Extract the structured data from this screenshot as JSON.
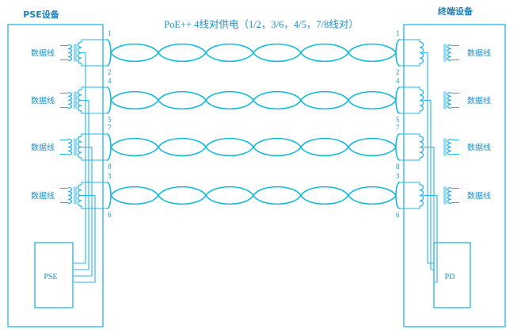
{
  "title": "PoE++ 4线对供电（1/2，3/6，4/5，7/8线对）",
  "left_device": {
    "label": "PSE设备",
    "source_label": "PSE"
  },
  "right_device": {
    "label": "终端设备",
    "source_label": "PD"
  },
  "data_line_label": "数据线",
  "pairs": [
    {
      "top_pin": "1",
      "bottom_pin": "2"
    },
    {
      "top_pin": "4",
      "bottom_pin": "5"
    },
    {
      "top_pin": "7",
      "bottom_pin": "8"
    },
    {
      "top_pin": "3",
      "bottom_pin": "6"
    }
  ],
  "colors": {
    "wire": "#27b4e8",
    "cable": "#12b9da",
    "text": "#1b8fc7",
    "heading": "#1e7fb8"
  }
}
